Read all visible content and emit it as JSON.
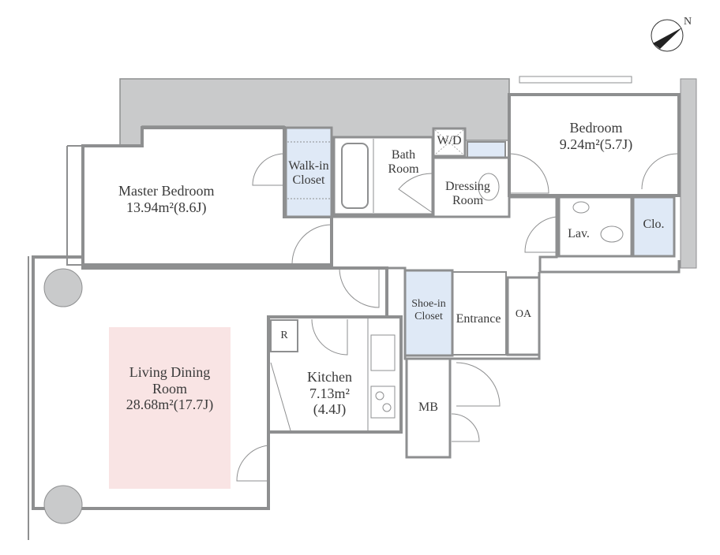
{
  "compass": {
    "north_label": "N"
  },
  "colors": {
    "wall": "#c9cacb",
    "wall_stroke": "#8e8f90",
    "closet": "#dfe9f6",
    "highlight": "#f9e4e4"
  },
  "rooms": {
    "master_bedroom": {
      "name": "Master Bedroom",
      "area": "13.94m²(8.6J)"
    },
    "walk_in_closet": {
      "line1": "Walk-in",
      "line2": "Closet"
    },
    "bath_room": {
      "line1": "Bath",
      "line2": "Room"
    },
    "wd": {
      "name": "W/D"
    },
    "dressing_room": {
      "line1": "Dressing",
      "line2": "Room"
    },
    "bedroom": {
      "name": "Bedroom",
      "area": "9.24m²(5.7J)"
    },
    "lav": {
      "name": "Lav."
    },
    "clo": {
      "name": "Clo."
    },
    "shoe_in_closet": {
      "line1": "Shoe-in",
      "line2": "Closet"
    },
    "entrance": {
      "name": "Entrance"
    },
    "oa": {
      "name": "OA"
    },
    "refrigerator": {
      "name": "R"
    },
    "kitchen": {
      "name": "Kitchen",
      "area": "7.13m²",
      "tatami": "(4.4J)"
    },
    "mb": {
      "name": "MB"
    },
    "living_dining": {
      "line1": "Living Dining",
      "line2": "Room",
      "area": "28.68m²(17.7J)"
    }
  }
}
